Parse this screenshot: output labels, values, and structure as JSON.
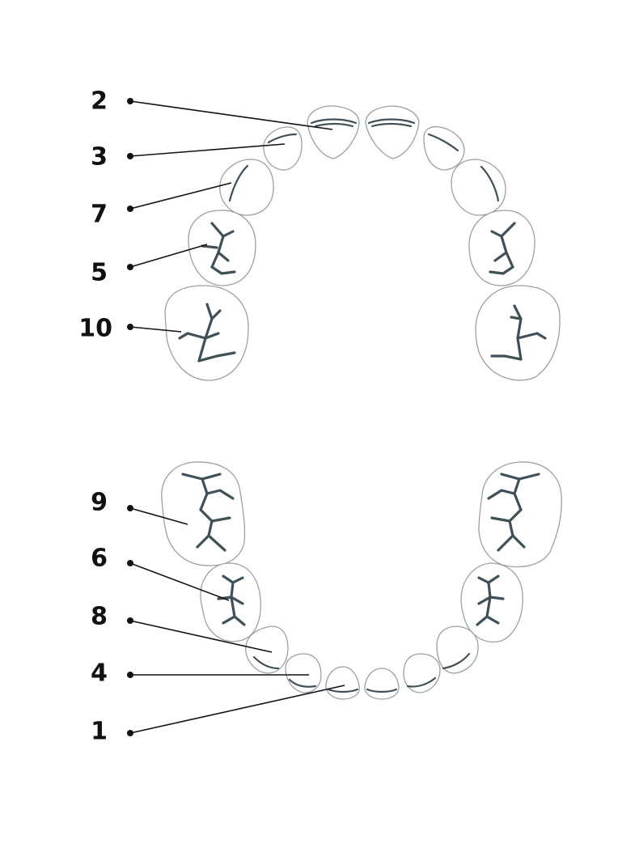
{
  "labels": {
    "upper": {
      "central_incisor": "2",
      "lateral_incisor": "3",
      "canine": "7",
      "first_molar": "5",
      "second_molar": "10"
    },
    "lower": {
      "second_molar": "9",
      "first_molar": "6",
      "canine": "8",
      "lateral_incisor": "4",
      "central_incisor": "1"
    }
  }
}
